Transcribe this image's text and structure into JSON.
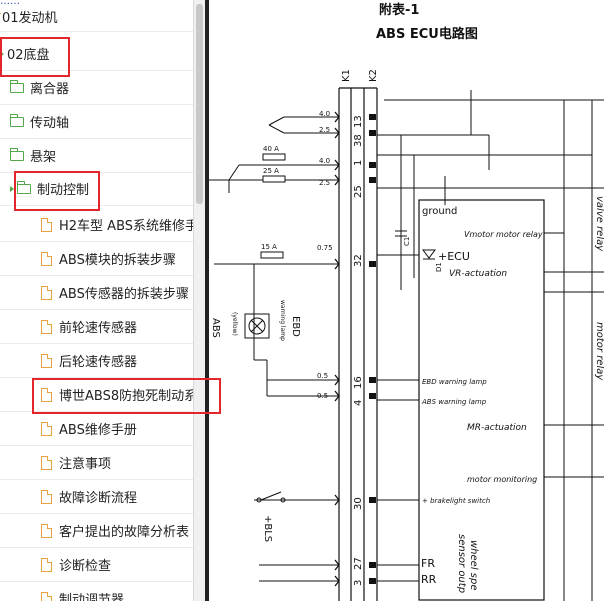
{
  "sidebar": {
    "top_partial": "……",
    "items": [
      {
        "label": "01发动机",
        "icon": "page-icon",
        "level": 0
      },
      {
        "label": "02底盘",
        "icon": "folder-expanded-icon",
        "level": 0
      },
      {
        "label": "离合器",
        "icon": "folder-icon",
        "level": 1
      },
      {
        "label": "传动轴",
        "icon": "folder-icon",
        "level": 1
      },
      {
        "label": "悬架",
        "icon": "folder-icon",
        "level": 1
      },
      {
        "label": "制动控制",
        "icon": "folder-expanded-icon",
        "level": 1
      },
      {
        "label": "H2车型 ABS系统维修手",
        "icon": "page-icon",
        "level": 2
      },
      {
        "label": "ABS模块的拆装步骤",
        "icon": "page-icon",
        "level": 2
      },
      {
        "label": "ABS传感器的拆装步骤",
        "icon": "page-icon",
        "level": 2
      },
      {
        "label": "前轮速传感器",
        "icon": "page-icon",
        "level": 2
      },
      {
        "label": "后轮速传感器",
        "icon": "page-icon",
        "level": 2
      },
      {
        "label": "博世ABS8防抱死制动系",
        "icon": "page-icon",
        "level": 2
      },
      {
        "label": "ABS维修手册",
        "icon": "page-icon",
        "level": 2
      },
      {
        "label": "注意事项",
        "icon": "page-icon",
        "level": 2
      },
      {
        "label": "故障诊断流程",
        "icon": "page-icon",
        "level": 2
      },
      {
        "label": "客户提出的故障分析表",
        "icon": "page-icon",
        "level": 2
      },
      {
        "label": "诊断检查",
        "icon": "page-icon",
        "level": 2
      },
      {
        "label": "制动调节器",
        "icon": "page-icon",
        "level": 2
      }
    ]
  },
  "doc": {
    "title_line1": "附表-1",
    "title_line2": "ABS ECU电路图",
    "connectors": {
      "k1": "K1",
      "k2": "K2"
    },
    "fuse_left": [
      "4.0",
      "2.5",
      "4.0",
      "2.5"
    ],
    "pins_k1": [
      "13",
      "38",
      "1",
      "25",
      "32",
      "16",
      "4",
      "30",
      "27",
      "3"
    ],
    "fuse_labels": [
      "40 A",
      "25 A",
      "15 A"
    ],
    "wire_size_32": "0.75",
    "wire_sizes_lamps": [
      "0.5",
      "0.5"
    ],
    "ground_label": "ground",
    "c1_label": "C1",
    "d1_label": "D1",
    "ecu_label": "+ECU",
    "ebd_label": "EBD",
    "ebd_sub": "warning lamp",
    "abs_label": "ABS",
    "abs_sub": "(yellow)",
    "bls_label": "+BLS",
    "fr_label": "FR",
    "rr_label": "RR",
    "block_labels": {
      "vmotor": "Vmotor motor relay",
      "vr": "VR-actuation",
      "ebd_lamp": "EBD warning lamp",
      "abs_lamp": "ABS warning lamp",
      "mr": "MR-actuation",
      "motor_mon": "motor monitoring",
      "brakelight": "+ brakelight switch"
    },
    "vertical_labels": {
      "valve": "valve relay",
      "motor": "motor relay",
      "wheel1": "wheel spe",
      "wheel2": "sensor outp"
    }
  }
}
